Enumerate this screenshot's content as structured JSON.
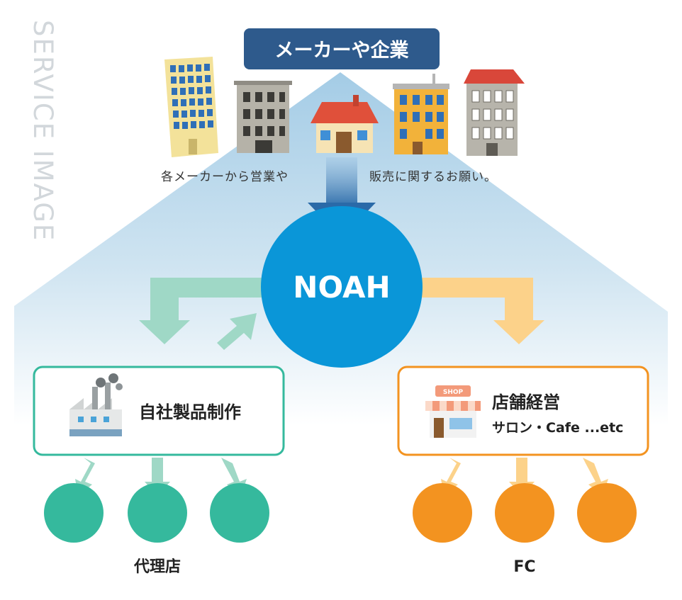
{
  "side_label": "SERVICE IMAGE",
  "top_banner": "メーカーや企業",
  "request_left": "各メーカーから営業や",
  "request_right": "販売に関するお願い。",
  "center": "NOAH",
  "left_box": {
    "title": "自社製品制作"
  },
  "right_box": {
    "title": "店舗経営",
    "subtitle": "サロン・Cafe ...etc",
    "sign": "SHOP"
  },
  "left_group_label": "代理店",
  "right_group_label": "FC",
  "colors": {
    "banner": "#2e5a8c",
    "center_circle": "#0a96d8",
    "down_arrow": "#2a6aa8",
    "green": "#35b99d",
    "green_light": "#9fd8c6",
    "orange": "#f39320",
    "orange_light": "#fcd28a",
    "watermark": "#d3d8dc"
  },
  "icons": {
    "factory": "factory-icon",
    "shop": "shop-icon",
    "buildings": [
      "glass-office-building-icon",
      "gray-office-building-icon",
      "house-icon",
      "orange-apartment-icon",
      "stone-apartment-icon"
    ]
  }
}
